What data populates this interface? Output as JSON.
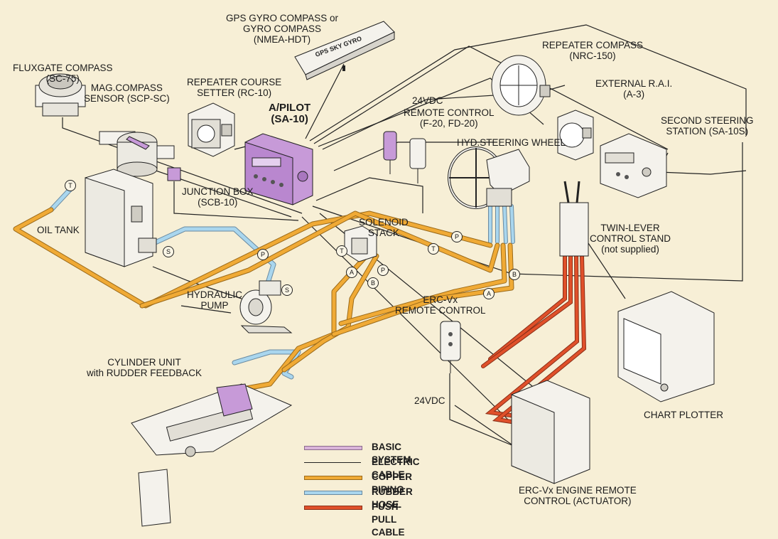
{
  "labels": {
    "fluxgate": [
      "FLUXGATE COMPASS",
      "(SC-75)"
    ],
    "mag_sensor": [
      "MAG.COMPASS",
      "SENSOR (SCP-SC)"
    ],
    "gps_gyro": [
      "GPS GYRO COMPASS or",
      "GYRO COMPASS",
      "(NMEA-HDT)"
    ],
    "gyro_brand": "GPS SKY GYRO",
    "repeater_course": [
      "REPEATER COURSE",
      "SETTER (RC-10)"
    ],
    "autopilot": [
      "A/PILOT",
      "(SA-10)"
    ],
    "repeater_compass": [
      "REPEATER COMPASS",
      "(NRC-150)"
    ],
    "external_rai": [
      "EXTERNAL R.A.I.",
      "(A-3)"
    ],
    "second_station": [
      "SECOND STEERING",
      "STATION (SA-10S)"
    ],
    "remote_control": [
      "REMOTE CONTROL",
      "(F-20, FD-20)"
    ],
    "v24_top": "24VDC",
    "hyd_wheel": "HYD.STEERING WHEEL",
    "junction_box": [
      "JUNCTION BOX",
      "(SCB-10)"
    ],
    "oil_tank": "OIL TANK",
    "solenoid": [
      "SOLENOID",
      "STACK"
    ],
    "twin_lever": [
      "TWIN-LEVER",
      "CONTROL STAND",
      "(not supplied)"
    ],
    "hyd_pump": [
      "HYDRAULIC",
      "PUMP"
    ],
    "erc_remote": [
      "ERC-Vx",
      "REMOTE CONTROL"
    ],
    "cylinder": [
      "CYLINDER UNIT",
      "with RUDDER FEEDBACK"
    ],
    "v24_bottom": "24VDC",
    "chart_plotter": "CHART PLOTTER",
    "erc_engine": [
      "ERC-Vx ENGINE REMOTE",
      "CONTROL (ACTUATOR)"
    ]
  },
  "ports": [
    {
      "id": "T-tank",
      "text": "T"
    },
    {
      "id": "S-tank",
      "text": "S"
    },
    {
      "id": "P-pump",
      "text": "P"
    },
    {
      "id": "S-pump",
      "text": "S"
    },
    {
      "id": "T-sol",
      "text": "T"
    },
    {
      "id": "A-sol",
      "text": "A"
    },
    {
      "id": "B-sol",
      "text": "B"
    },
    {
      "id": "P-sol",
      "text": "P"
    },
    {
      "id": "P-wheel",
      "text": "P"
    },
    {
      "id": "T-wheel",
      "text": "T"
    },
    {
      "id": "A-wheel",
      "text": "A"
    },
    {
      "id": "B-wheel",
      "text": "B"
    }
  ],
  "legend": [
    {
      "label": "BASIC SYSTEM",
      "color": "#d9b3d9"
    },
    {
      "label": "ELECTRIC CABLE",
      "color": "#222222"
    },
    {
      "label": "COPPER PIPING",
      "color": "#f0aa35"
    },
    {
      "label": "RUBBER HOSE",
      "color": "#a9d6ee"
    },
    {
      "label": "PUSH-PULL CABLE",
      "color": "#e0502a"
    }
  ],
  "colors": {
    "background": "#f7efd6",
    "autopilot_unit": "#c79ad8",
    "copper": "#f0aa35",
    "hose": "#a9d6ee",
    "pushpull": "#e0502a",
    "cable": "#222222"
  }
}
